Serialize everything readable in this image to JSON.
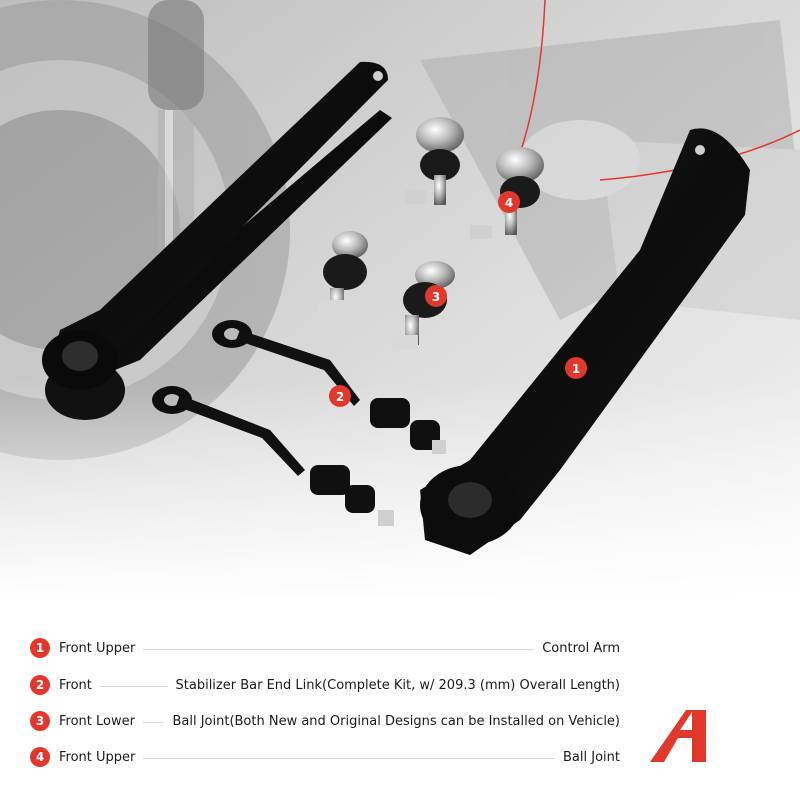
{
  "photo": {
    "badge_1": "1",
    "badge_2": "2",
    "badge_3": "3",
    "badge_4": "4",
    "accent_color": "#e2382c"
  },
  "legend": {
    "items": [
      {
        "number": "1",
        "position": "Front Upper",
        "part": "Control Arm"
      },
      {
        "number": "2",
        "position": "Front",
        "part": "Stabilizer Bar End Link(Complete Kit, w/ 209.3 (mm) Overall Length)"
      },
      {
        "number": "3",
        "position": "Front Lower",
        "part": "Ball Joint(Both New and Original Designs can be Installed on Vehicle)"
      },
      {
        "number": "4",
        "position": "Front Upper",
        "part": "Ball Joint"
      }
    ]
  },
  "logo": {
    "icon": "brand-logo-icon",
    "color": "#e2382c"
  }
}
